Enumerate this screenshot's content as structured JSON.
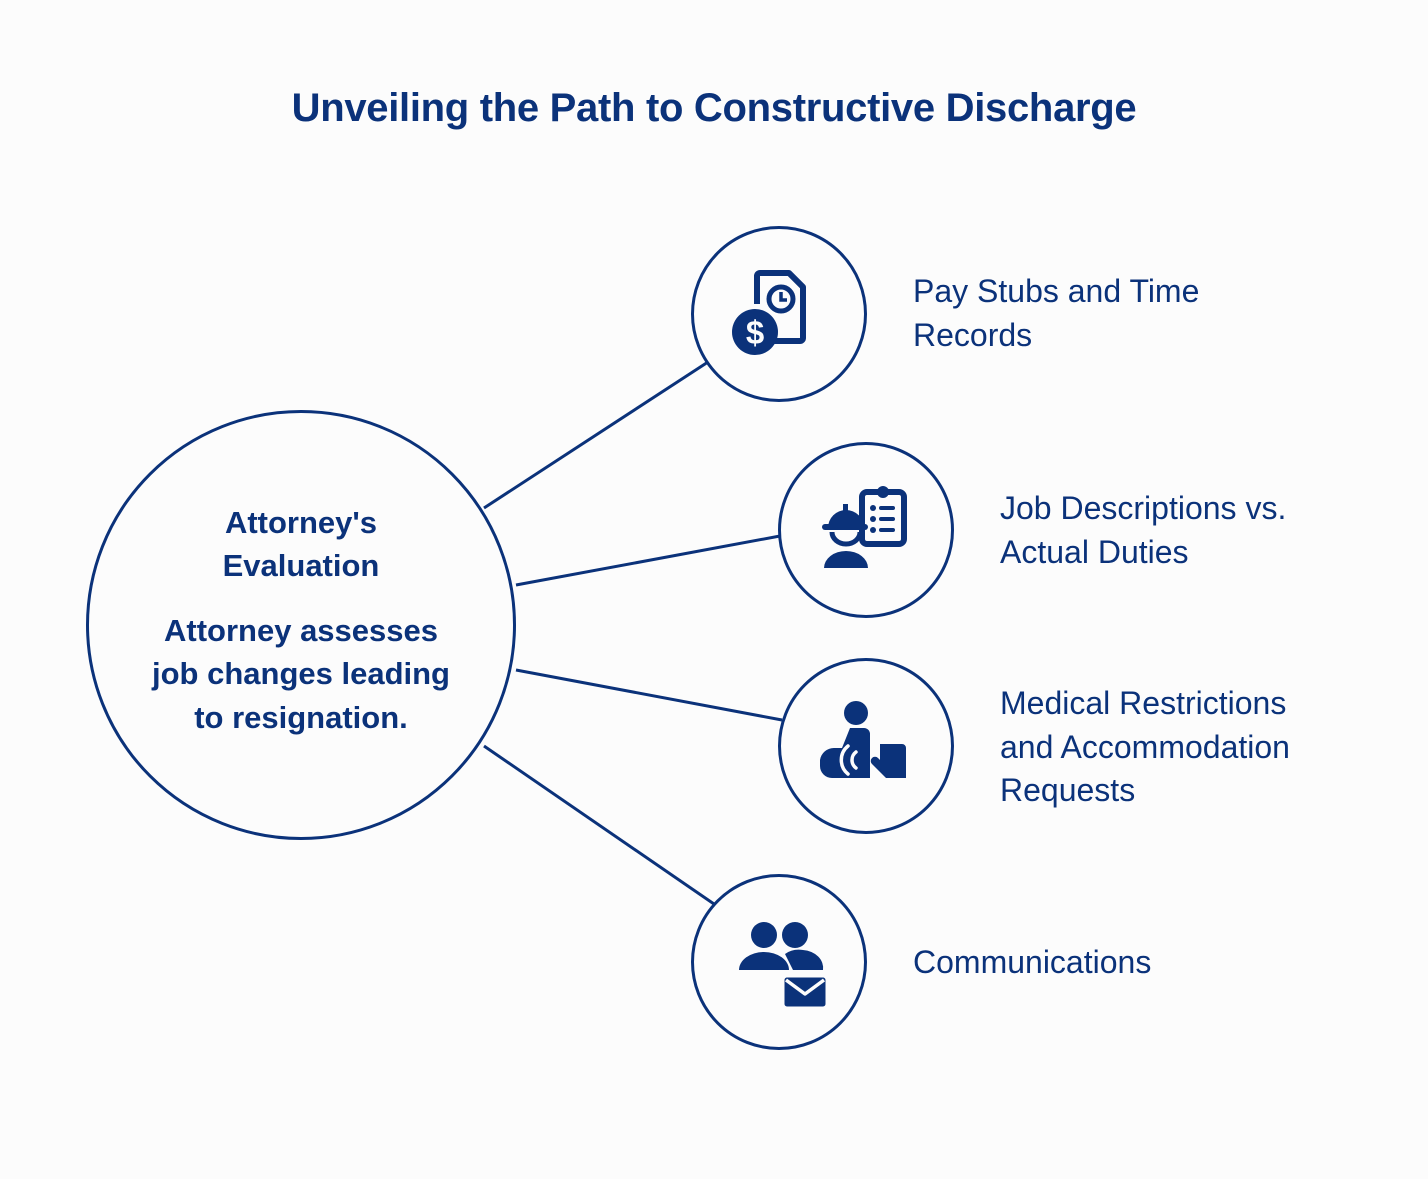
{
  "title": "Unveiling the Path to Constructive Discharge",
  "colors": {
    "primary": "#0b327a",
    "background": "#fcfcfc"
  },
  "center": {
    "title": "Attorney's Evaluation",
    "description": "Attorney assesses job changes leading to resignation."
  },
  "nodes": [
    {
      "label": "Pay Stubs and Time Records",
      "icon": "pay-stub-clock-dollar-icon"
    },
    {
      "label": "Job Descriptions vs. Actual Duties",
      "icon": "worker-clipboard-icon"
    },
    {
      "label": "Medical Restrictions and Accommodation Requests",
      "icon": "person-medical-accommodation-icon"
    },
    {
      "label": "Communications",
      "icon": "people-envelope-icon"
    }
  ]
}
